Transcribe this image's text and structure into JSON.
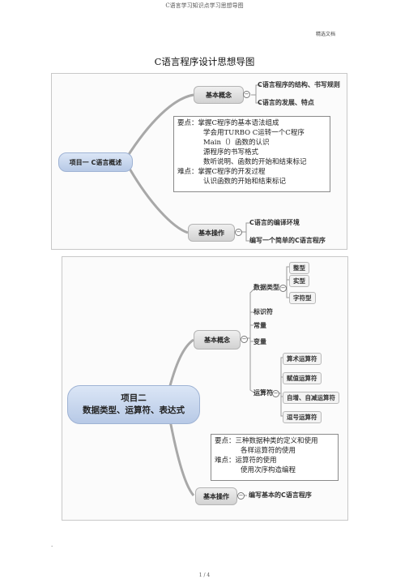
{
  "header": {
    "top": "C语言学习知识点学习思想导图",
    "right": "精选文档"
  },
  "title": "C语言程序设计思想导图",
  "map1": {
    "root": "项目一 C语言概述",
    "branch1": {
      "label": "基本概念",
      "items": [
        "C语言程序的结构、书写规则",
        "C语言的发展、特点"
      ]
    },
    "branch2": {
      "label": "基本操作",
      "items": [
        "C语言的编译环境",
        "编写一个简单的C语言程序"
      ]
    },
    "note": [
      {
        "key": "要点：",
        "text": "掌握C程序的基本语法组成"
      },
      {
        "key": "",
        "text": "学会用TURBO C运转一个C程序"
      },
      {
        "key": "",
        "text": "Main（）函数的认识"
      },
      {
        "key": "",
        "text": "源程序的书写格式"
      },
      {
        "key": "",
        "text": "数听说明、函数的开始和结束标记"
      },
      {
        "key": "难点：",
        "text": "掌握C程序的开发过程"
      },
      {
        "key": "",
        "text": "认识函数的开始和结束标记"
      }
    ]
  },
  "map2": {
    "root_line1": "项目二",
    "root_line2": "数据类型、运算符、表达式",
    "branch1": {
      "label": "基本概念",
      "datatypes": {
        "label": "数据类型",
        "items": [
          "整型",
          "实型",
          "字符型"
        ]
      },
      "mid_items": [
        "标识符",
        "常量",
        "变量"
      ],
      "operators": {
        "label": "运算符",
        "items": [
          "算术运算符",
          "赋值运算符",
          "自增、自减运算符",
          "逗号运算符"
        ]
      }
    },
    "branch2": {
      "label": "基本操作",
      "items": [
        "编写基本的C语言程序"
      ]
    },
    "note": [
      {
        "key": "要点：",
        "text": "三种数据种类的定义和使用"
      },
      {
        "key": "",
        "text": "各样运算符的使用"
      },
      {
        "key": "难点：",
        "text": "运算符的使用"
      },
      {
        "key": "",
        "text": "使用次序构造编程"
      }
    ]
  },
  "footer": {
    "dot": ".",
    "page": "1 / 4"
  },
  "colors": {
    "root_fill": "#b7c9e6",
    "branch_line": "#a8a8a8"
  }
}
